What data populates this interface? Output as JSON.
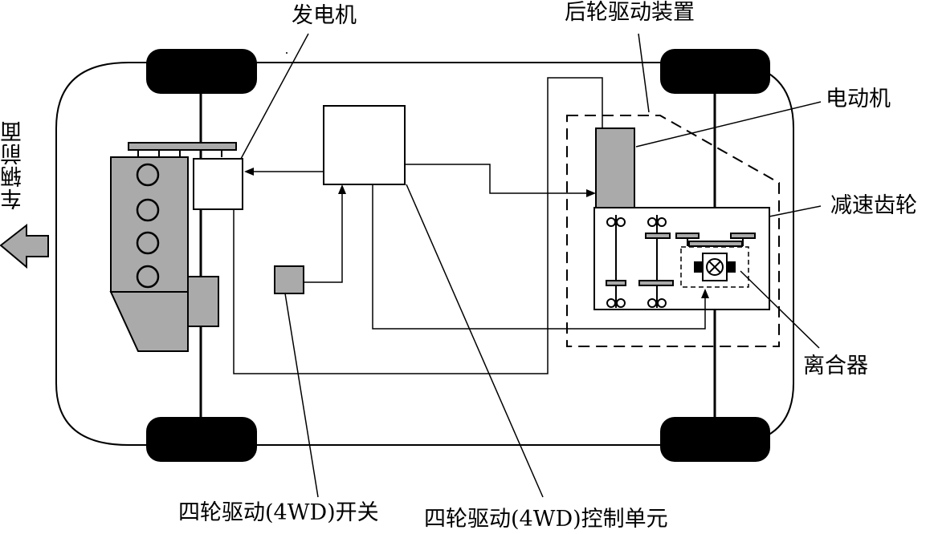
{
  "labels": {
    "generator": "发电机",
    "rear_drive_unit": "后轮驱动装置",
    "motor": "电动机",
    "reduction_gear": "减速齿轮",
    "clutch": "离合器",
    "vehicle_front": "车辆前面",
    "fwd_switch": "四轮驱动(4WD)开关",
    "fwd_control_unit": "四轮驱动(4WD)控制单元"
  },
  "colors": {
    "line": "#000000",
    "component_fill": "#aaaaaa",
    "tire_fill": "#000000",
    "background": "#ffffff"
  }
}
